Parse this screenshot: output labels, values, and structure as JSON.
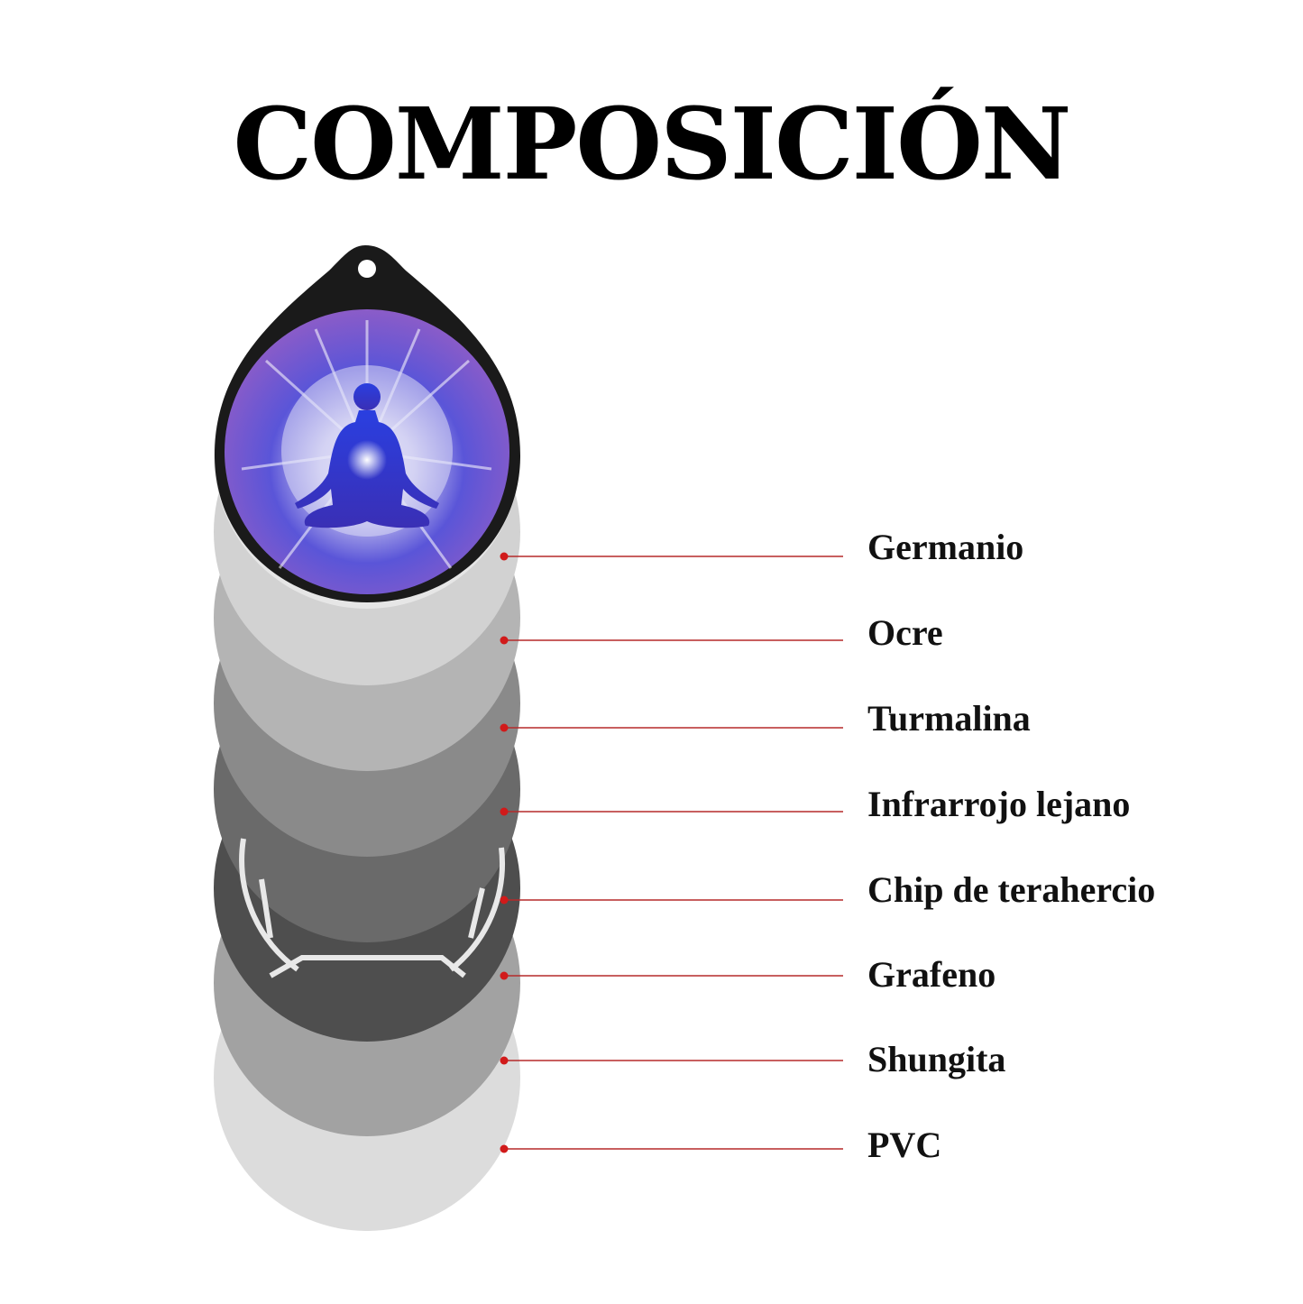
{
  "title": "COMPOSICIÓN",
  "colors": {
    "leader_line": "#b52a2a",
    "leader_dot": "#d11a1a",
    "pendant_frame": "#1a1a1a",
    "pendant_art_blue": "#3b3fd0",
    "pendant_art_purple": "#8a5cc9"
  },
  "pendant": {
    "icon": "meditation-figure-icon"
  },
  "layers": [
    {
      "label": "Germanio",
      "color": "#e6e6e6"
    },
    {
      "label": "Ocre",
      "color": "#d2d2d2"
    },
    {
      "label": "Turmalina",
      "color": "#b4b4b4"
    },
    {
      "label": "Infrarrojo lejano",
      "color": "#8a8a8a"
    },
    {
      "label": "Chip de terahercio",
      "color": "#6a6a6a"
    },
    {
      "label": "Grafeno",
      "color": "#4e4e4e"
    },
    {
      "label": "Shungita",
      "color": "#a2a2a2"
    },
    {
      "label": "PVC",
      "color": "#dcdcdc"
    }
  ]
}
